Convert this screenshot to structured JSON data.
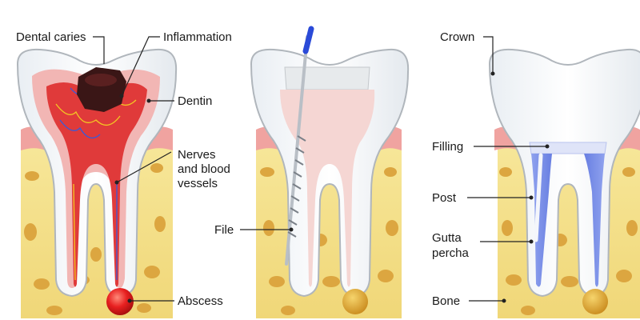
{
  "labels": {
    "dental_caries": "Dental caries",
    "inflammation": "Inflammation",
    "dentin": "Dentin",
    "nerves_line1": "Nerves",
    "nerves_line2": "and blood",
    "nerves_line3": "vessels",
    "abscess": "Abscess",
    "file": "File",
    "crown": "Crown",
    "filling": "Filling",
    "post": "Post",
    "gutta_line1": "Gutta",
    "gutta_line2": "percha",
    "bone": "Bone"
  },
  "colors": {
    "bone": "#f3e08a",
    "bone_spot": "#dca640",
    "gum": "#f0a3a0",
    "enamel": "#f8fbfd",
    "enamel_outline": "#b0b6bc",
    "pulp_infected": "#e03a3a",
    "pulp_cleaned": "#f5d6d3",
    "caries": "#3a1616",
    "abscess": "#e82020",
    "gutta_percha": "#4a63d8",
    "file_shaft": "#b9bfc6",
    "file_handle": "#2a4ad8"
  }
}
